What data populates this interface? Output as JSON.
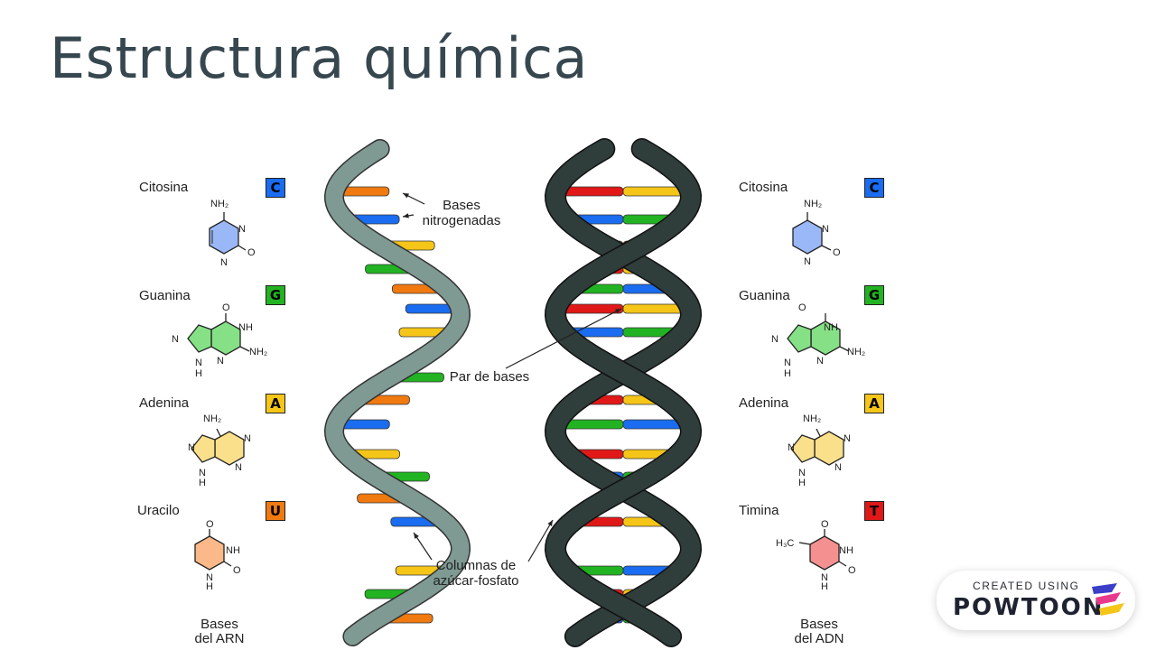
{
  "title": "Estructura química",
  "rna": {
    "bases": [
      {
        "name": "Citosina",
        "letter": "C",
        "color": "#1a6cf0",
        "fill": "#9ab8f8"
      },
      {
        "name": "Guanina",
        "letter": "G",
        "color": "#22b322",
        "fill": "#86e086"
      },
      {
        "name": "Adenina",
        "letter": "A",
        "color": "#f5c518",
        "fill": "#fbe08c"
      },
      {
        "name": "Uracilo",
        "letter": "U",
        "color": "#f07a10",
        "fill": "#fbb98a"
      }
    ],
    "footer_line1": "Bases",
    "footer_line2": "del ARN"
  },
  "dna": {
    "bases": [
      {
        "name": "Citosina",
        "letter": "C",
        "color": "#1a6cf0",
        "fill": "#9ab8f8"
      },
      {
        "name": "Guanina",
        "letter": "G",
        "color": "#22b322",
        "fill": "#86e086"
      },
      {
        "name": "Adenina",
        "letter": "A",
        "color": "#f5c518",
        "fill": "#fbe08c"
      },
      {
        "name": "Timina",
        "letter": "T",
        "color": "#e01818",
        "fill": "#f59090"
      }
    ],
    "footer_line1": "Bases",
    "footer_line2": "del ADN"
  },
  "molecule_text": {
    "nh2": "NH₂",
    "nh": "NH",
    "n": "N",
    "h": "H",
    "o": "O",
    "h3c": "H₃C"
  },
  "annotations": {
    "bases_line1": "Bases",
    "bases_line2": "nitrogenadas",
    "pair": "Par de bases",
    "backbone_line1": "Columnas de",
    "backbone_line2": "azúcar-fosfato"
  },
  "watermark": {
    "small": "CREATED USING",
    "brand": "POWTOON"
  },
  "colors": {
    "rna_backbone": "#7f9a93",
    "dna_backbone": "#2f3d3b",
    "orange": "#f07a10",
    "blue": "#1a6cf0",
    "yellow": "#f5c518",
    "green": "#22b322",
    "red": "#e01818"
  }
}
